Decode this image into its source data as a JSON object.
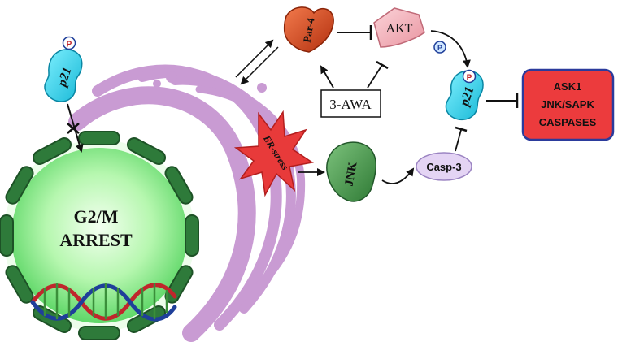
{
  "labels": {
    "p21_top": "p21",
    "p21_right": "p21",
    "phospho_mark": "P",
    "nucleus_line1": "G2/M",
    "nucleus_line2": "ARREST",
    "par4": "Par-4",
    "akt": "AKT",
    "awa": "3-AWA",
    "er_stress": "ER-stress",
    "jnk": "JNK",
    "casp3": "Casp-3",
    "box_line1": "ASK1",
    "box_line2": "JNK/SAPK",
    "box_line3": "CASPASES"
  },
  "colors": {
    "nucleus_fill": "#9ef29a",
    "nucleus_glow": "#e9fde6",
    "envelope": "#2e7a3a",
    "er_fill": "#c99bd3",
    "p21_fill": "#33d6ee",
    "par4_fill": "#d9451c",
    "akt_fill": "#f3b4bd",
    "jnk_fill": "#4f9a52",
    "casp3_fill": "#e4d4f4",
    "star_fill": "#e83a3a",
    "box_fill": "#ec3b3d",
    "box_border": "#2b3b9c",
    "dna_red": "#c0262c",
    "dna_blue": "#1f3f9a",
    "dna_green": "#3a8f3a"
  }
}
